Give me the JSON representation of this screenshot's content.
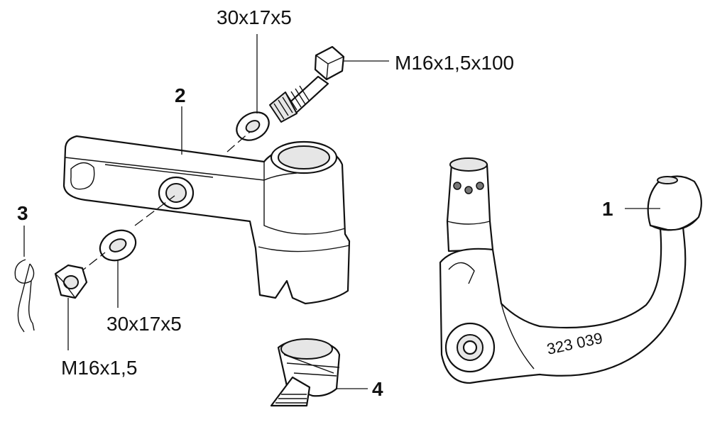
{
  "labels": {
    "washer_top": "30x17x5",
    "bolt": "M16x1,5x100",
    "washer_bottom": "30x17x5",
    "nut": "M16x1,5",
    "part_1": "1",
    "part_2": "2",
    "part_3": "3",
    "part_4": "4",
    "part_number": "323 039"
  }
}
